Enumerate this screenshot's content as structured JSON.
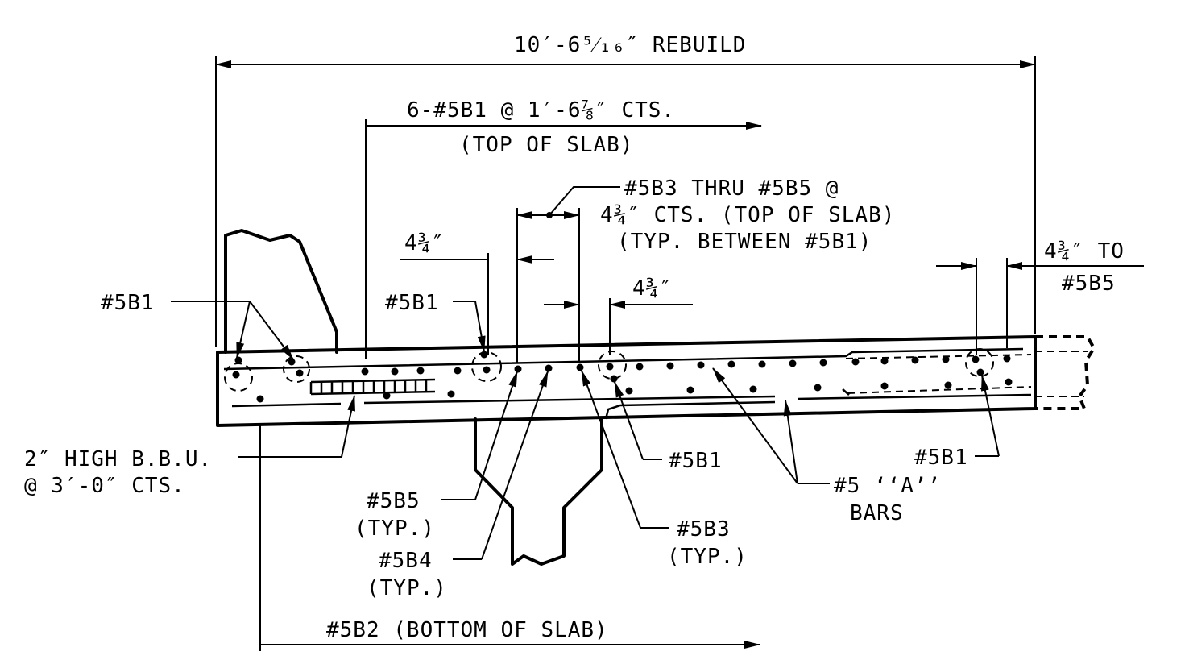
{
  "labels": {
    "rebuild": "10′-6⁵⁄₁₆″ REBUILD",
    "b1_spacing_1": "6-#5B1 @ 1′-6⅞″ CTS.",
    "b1_spacing_2": "(TOP OF SLAB)",
    "b3_note_1": "#5B3 THRU #5B5 @",
    "b3_note_2": "4¾″ CTS. (TOP OF SLAB)",
    "b3_note_3": "(TYP. BETWEEN #5B1)",
    "dim_left": "4¾″",
    "dim_mid": "4¾″",
    "dim_right_1": "4¾″ TO",
    "dim_right_2": "#5B5",
    "b1_left": "#5B1",
    "b1_mid": "#5B1",
    "bbu_1": "2″ HIGH B.B.U.",
    "bbu_2": "@ 3′-0″ CTS.",
    "b5_1": "#5B5",
    "b5_2": "(TYP.)",
    "b4_1": "#5B4",
    "b4_2": "(TYP.)",
    "b1_lower": "#5B1",
    "b3_1": "#5B3",
    "b3_2": "(TYP.)",
    "a_bars_1": "#5 ‘‘A’’",
    "a_bars_2": "BARS",
    "b1_right": "#5B1",
    "b2": "#5B2 (BOTTOM OF SLAB)"
  }
}
